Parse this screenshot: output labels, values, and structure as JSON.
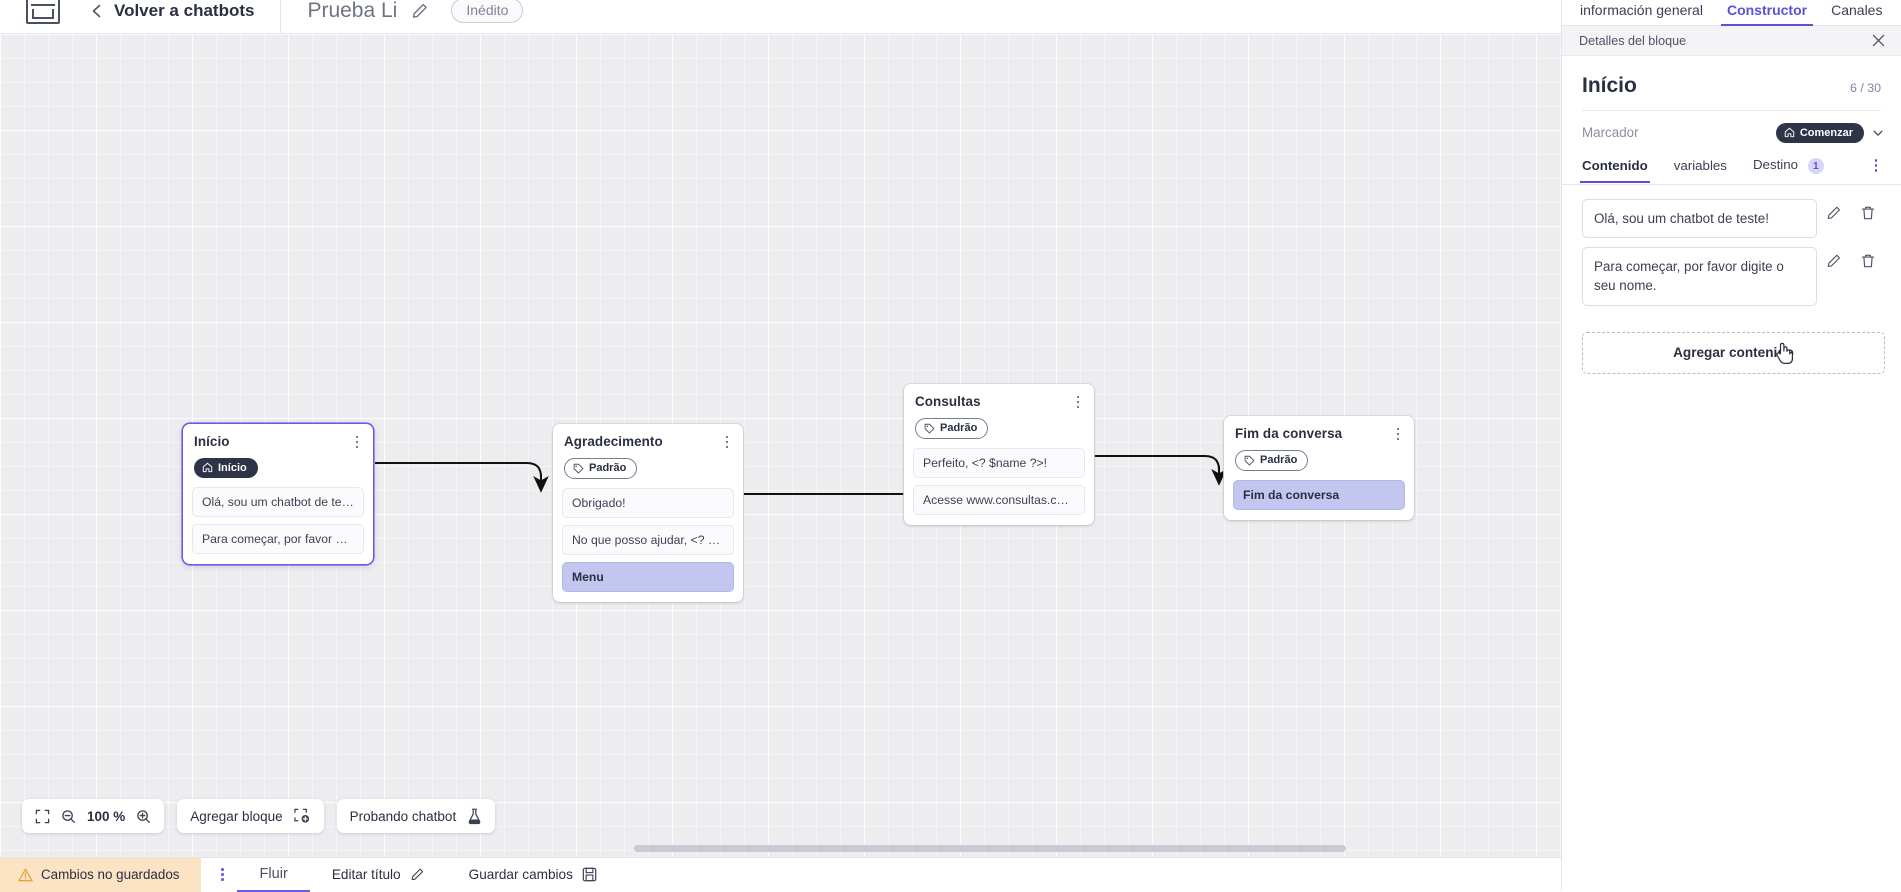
{
  "header": {
    "logo_icon": "app-logo-icon",
    "back_label": "Volver a chatbots",
    "back_icon": "chevron-left-icon",
    "bot_title": "Prueba Li",
    "edit_icon": "pencil-icon",
    "status_pill": "Inédito"
  },
  "canvas": {
    "zoom_level": "100 %",
    "fit_icon": "fit-screen-icon",
    "zoom_out_icon": "zoom-out-icon",
    "zoom_in_icon": "zoom-in-icon",
    "add_block_label": "Agregar bloque",
    "add_block_icon": "add-block-icon",
    "test_chatbot_label": "Probando chatbot",
    "test_chatbot_icon": "flask-icon",
    "nodes": [
      {
        "id": "inicio",
        "title": "Início",
        "tag": "Início",
        "tag_icon": "home-icon",
        "tag_style": "dark",
        "selected": true,
        "messages": [
          {
            "text": "Olá, sou um chatbot de teste!",
            "accent": false
          },
          {
            "text": "Para começar, por favor digite o ...",
            "accent": false
          }
        ]
      },
      {
        "id": "agradecimento",
        "title": "Agradecimento",
        "tag": "Padrão",
        "tag_icon": "tag-icon",
        "tag_style": "outline",
        "selected": false,
        "messages": [
          {
            "text": "Obrigado!",
            "accent": false
          },
          {
            "text": "No que posso ajudar, <? $name ...",
            "accent": false
          },
          {
            "text": "Menu",
            "accent": true
          }
        ]
      },
      {
        "id": "consultas",
        "title": "Consultas",
        "tag": "Padrão",
        "tag_icon": "tag-icon",
        "tag_style": "outline",
        "selected": false,
        "messages": [
          {
            "text": "Perfeito, <? $name ?>!",
            "accent": false
          },
          {
            "text": "Acesse www.consultas.com par...",
            "accent": false
          }
        ]
      },
      {
        "id": "fim",
        "title": "Fim da conversa",
        "tag": "Padrão",
        "tag_icon": "tag-icon",
        "tag_style": "outline",
        "selected": false,
        "messages": [
          {
            "text": "Fim da conversa",
            "accent": true
          }
        ]
      }
    ]
  },
  "bottombar": {
    "unsaved_label": "Cambios no guardados",
    "warning_icon": "warning-triangle-icon",
    "kebab_icon": "more-vertical-icon",
    "flow_tab": "Fluir",
    "edit_title_label": "Editar título",
    "edit_title_icon": "pencil-icon",
    "save_label": "Guardar cambios",
    "save_icon": "save-disk-icon"
  },
  "rightpanel": {
    "tabs": [
      {
        "label": "información general",
        "active": false
      },
      {
        "label": "Constructor",
        "active": true
      },
      {
        "label": "Canales",
        "active": false
      }
    ],
    "panel_header": "Detalles del bloque",
    "close_icon": "close-icon",
    "block_title": "Início",
    "block_count": "6 / 30",
    "marker_label": "Marcador",
    "marker_value": "Comenzar",
    "marker_icon": "home-icon",
    "marker_chevron": "chevron-down-icon",
    "content_tabs": [
      {
        "label": "Contenido",
        "badge": "",
        "active": true
      },
      {
        "label": "variables",
        "badge": "",
        "active": false
      },
      {
        "label": "Destino",
        "badge": "1",
        "active": false
      }
    ],
    "content_kebab_icon": "more-vertical-icon",
    "content_items": [
      {
        "text": "Olá, sou um chatbot de teste!",
        "edit_icon": "pencil-icon",
        "delete_icon": "trash-icon"
      },
      {
        "text": "Para começar, por favor digite o seu nome.",
        "edit_icon": "pencil-icon",
        "delete_icon": "trash-icon"
      }
    ],
    "add_content_label": "Agregar contenido"
  },
  "colors": {
    "accent": "#5b51d8",
    "node_selected": "#6c5ce7",
    "dark_badge": "#2f3348",
    "warning_bg": "#fbe3c4",
    "msg_accent": "#c3c6ef"
  }
}
